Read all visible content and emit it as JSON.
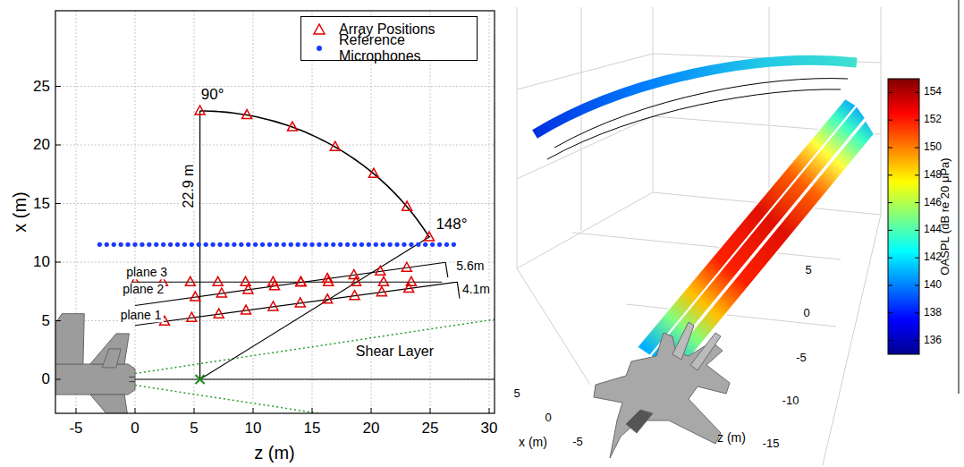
{
  "diagram": {
    "labels": [
      "90°",
      "22.9 m",
      "148°",
      "plane 3",
      "plane 2",
      "plane 1",
      "5.6m",
      "4.1m",
      "Shear Layer",
      "0",
      "5",
      "10",
      "15",
      "20",
      "25",
      "-5",
      "0",
      "5",
      "10",
      "15",
      "20",
      "25",
      "30",
      "x (m)",
      "z (m)",
      "5",
      "0",
      "-5",
      "x (m)",
      "5",
      "0",
      "-5",
      "-10",
      "-15",
      "z (m)",
      "154",
      "152",
      "150",
      "148",
      "146",
      "144",
      "142",
      "140",
      "138",
      "136",
      "OASPL (dB re 20 μPa)"
    ],
    "legend": [
      {
        "text": "Array Positions"
      },
      {
        "text": "Reference Microphones"
      }
    ]
  }
}
